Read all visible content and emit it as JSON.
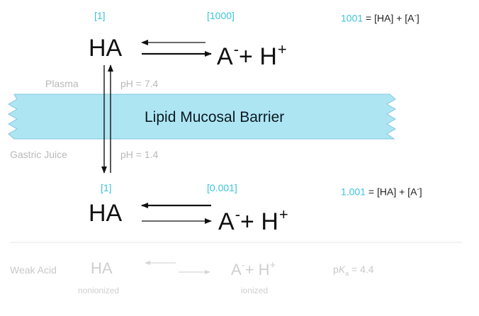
{
  "top": {
    "conc_ha": "[1]",
    "conc_a": "[1000]",
    "total_value": "1001",
    "total_eq": " = [HA] + [A",
    "total_eq_end": "]",
    "ha": "HA",
    "a": "A",
    "h": "+ H",
    "minus": "-",
    "plus": "+"
  },
  "plasma": {
    "label": "Plasma",
    "ph": "pH = 7.4"
  },
  "barrier": {
    "label": "Lipid Mucosal Barrier",
    "color": "#aee5f3"
  },
  "gastric": {
    "label": "Gastric Juice",
    "ph": "pH = 1.4"
  },
  "bottom": {
    "conc_ha": "[1]",
    "conc_a": "[0.001]",
    "total_value": "1.001",
    "total_eq": " = [HA] + [A",
    "total_eq_end": "]",
    "ha": "HA",
    "a": "A",
    "h": "+ H",
    "minus": "-",
    "plus": "+"
  },
  "legend": {
    "weak_acid": "Weak Acid",
    "ha": "HA",
    "a": "A",
    "minus": "-",
    "h": "+ H",
    "plus": "+",
    "pka_p": "p",
    "pka_k": "K",
    "pka_sub": "a",
    "pka_val": " = 4.4",
    "nonionized": "nonionized",
    "ionized": "ionized"
  }
}
